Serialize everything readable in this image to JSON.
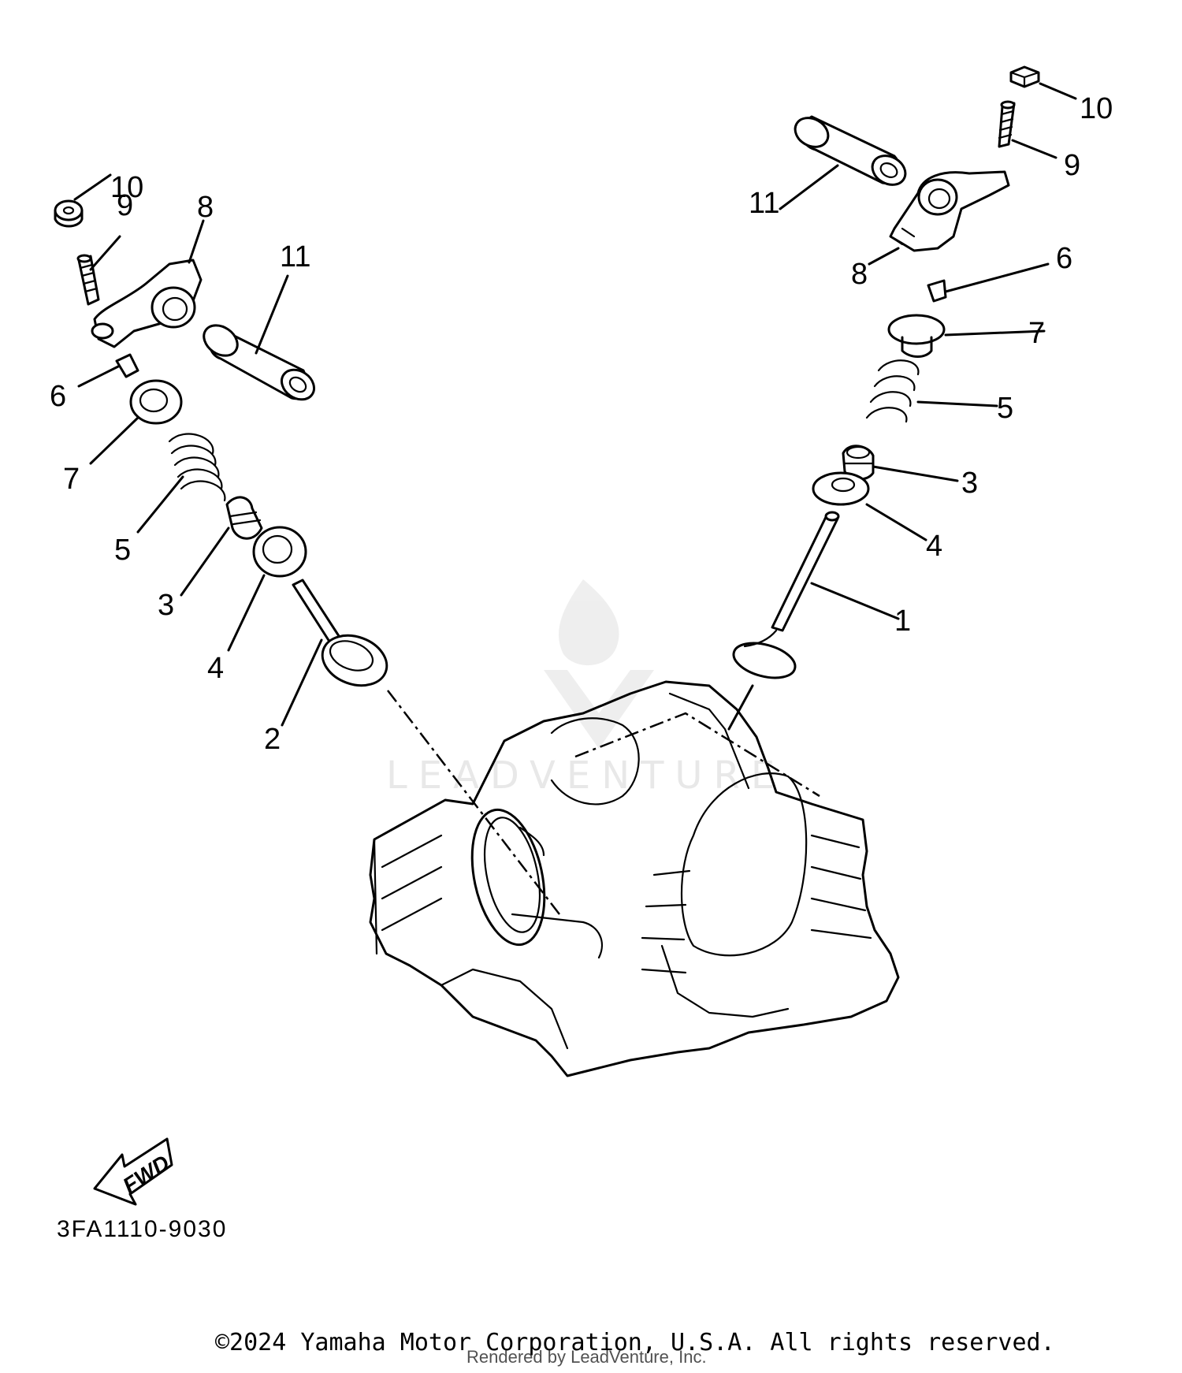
{
  "callouts": {
    "left": [
      "10",
      "9",
      "8",
      "11",
      "6",
      "7",
      "5",
      "3",
      "4",
      "2"
    ],
    "right": [
      "10",
      "9",
      "11",
      "8",
      "6",
      "7",
      "5",
      "3",
      "4",
      "1"
    ]
  },
  "fwd_label": "FWD",
  "diagram_code": "3FA1110-9030",
  "watermark": "LEADVENTURE",
  "copyright": "©2024 Yamaha Motor Corporation, U.S.A. All rights reserved.",
  "rendered_by": "Rendered by LeadVenture, Inc."
}
